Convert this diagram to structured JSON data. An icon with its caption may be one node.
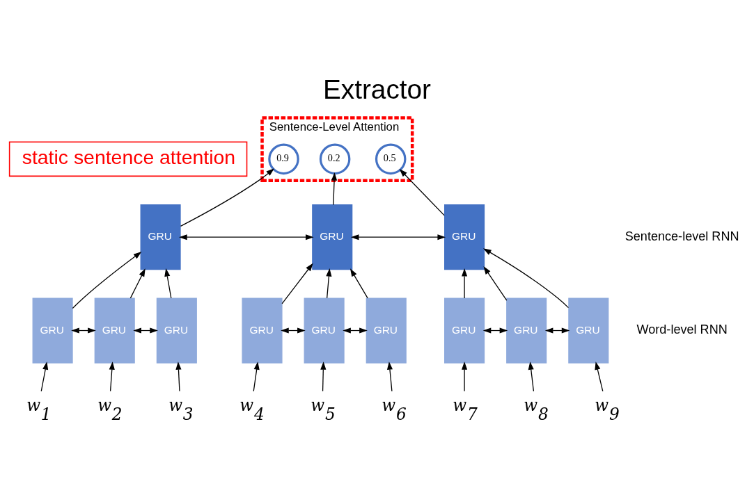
{
  "diagram": {
    "title": "Extractor",
    "nodes": [
      {
        "text": [
          "static sentence attention"
        ]
      },
      {
        "text": [
          "Sentence-Level Attention"
        ]
      },
      {
        "text": [
          "0.9"
        ],
        "in": 1
      },
      {
        "text": [
          "0.2"
        ],
        "in": 1
      },
      {
        "text": [
          "0.5"
        ],
        "in": 1
      },
      {
        "text": [
          "GRU"
        ]
      },
      {
        "text": [
          "GRU"
        ]
      },
      {
        "text": [
          "GRU"
        ]
      },
      {
        "text": [
          "GRU"
        ]
      },
      {
        "text": [
          "GRU"
        ]
      },
      {
        "text": [
          "GRU"
        ]
      },
      {
        "text": [
          "GRU"
        ]
      },
      {
        "text": [
          "GRU"
        ]
      },
      {
        "text": [
          "GRU"
        ]
      },
      {
        "text": [
          "GRU"
        ]
      },
      {
        "text": [
          "GRU"
        ]
      },
      {
        "text": [
          "GRU"
        ]
      },
      {
        "text": [
          "w$_{1}$"
        ]
      },
      {
        "text": [
          "w$_{2}$"
        ]
      },
      {
        "text": [
          "w$_{3}$"
        ]
      },
      {
        "text": [
          "w$_{4}$"
        ]
      },
      {
        "text": [
          "w$_{5}$"
        ]
      },
      {
        "text": [
          "w$_{6}$"
        ]
      },
      {
        "text": [
          "w$_{7}$"
        ]
      },
      {
        "text": [
          "w$_{8}$"
        ]
      },
      {
        "text": [
          "w$_{9}$"
        ]
      }
    ],
    "edges": [
      {
        "from": 17,
        "to": 8,
        "arrow": "to"
      },
      {
        "from": 18,
        "to": 9,
        "arrow": "to"
      },
      {
        "from": 19,
        "to": 10,
        "arrow": "to"
      },
      {
        "from": 20,
        "to": 11,
        "arrow": "to"
      },
      {
        "from": 21,
        "to": 12,
        "arrow": "to"
      },
      {
        "from": 22,
        "to": 13,
        "arrow": "to"
      },
      {
        "from": 23,
        "to": 14,
        "arrow": "to"
      },
      {
        "from": 24,
        "to": 15,
        "arrow": "to"
      },
      {
        "from": 25,
        "to": 16,
        "arrow": "to"
      },
      {
        "from": 8,
        "to": 9,
        "arrow": "both"
      },
      {
        "from": 9,
        "to": 10,
        "arrow": "both"
      },
      {
        "from": 11,
        "to": 12,
        "arrow": "both"
      },
      {
        "from": 12,
        "to": 13,
        "arrow": "both"
      },
      {
        "from": 14,
        "to": 15,
        "arrow": "both"
      },
      {
        "from": 15,
        "to": 16,
        "arrow": "both"
      },
      {
        "from": 8,
        "to": 5,
        "arrow": "to"
      },
      {
        "from": 9,
        "to": 5,
        "arrow": "to"
      },
      {
        "from": 10,
        "to": 5,
        "arrow": "to"
      },
      {
        "from": 11,
        "to": 6,
        "arrow": "to"
      },
      {
        "from": 12,
        "to": 6,
        "arrow": "to"
      },
      {
        "from": 13,
        "to": 6,
        "arrow": "to"
      },
      {
        "from": 14,
        "to": 7,
        "arrow": "to"
      },
      {
        "from": 15,
        "to": 7,
        "arrow": "to"
      },
      {
        "from": 16,
        "to": 7,
        "arrow": "to"
      },
      {
        "from": 5,
        "to": 6,
        "arrow": "both"
      },
      {
        "from": 6,
        "to": 7,
        "arrow": "both"
      },
      {
        "from": 5,
        "to": 2,
        "arrow": "to"
      },
      {
        "from": 6,
        "to": 3,
        "arrow": "to"
      },
      {
        "from": 7,
        "to": 4,
        "arrow": "to"
      }
    ],
    "labels": [
      "Sentence-level RNN",
      "Word-level RNN"
    ]
  }
}
